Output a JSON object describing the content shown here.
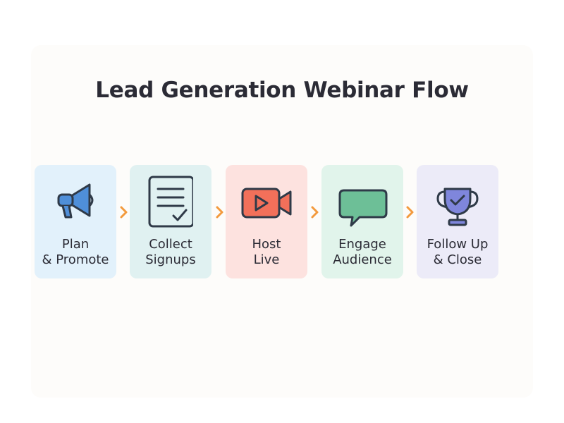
{
  "title": "Lead Generation Webinar Flow",
  "steps": [
    {
      "line1": "Plan",
      "line2": "& Promote",
      "icon": "megaphone-icon",
      "bg": "#e2f1fb"
    },
    {
      "line1": "Collect",
      "line2": "Signups",
      "icon": "signup-form-icon",
      "bg": "#e0f1f1"
    },
    {
      "line1": "Host",
      "line2": "Live",
      "icon": "video-camera-icon",
      "bg": "#fde2df"
    },
    {
      "line1": "Engage",
      "line2": "Audience",
      "icon": "chat-bubble-icon",
      "bg": "#e1f4eb"
    },
    {
      "line1": "Follow Up",
      "line2": "& Close",
      "icon": "trophy-icon",
      "bg": "#ecebf8"
    }
  ],
  "colors": {
    "title": "#2b2b35",
    "arrow": "#f39a3d",
    "outline": "#2f3a48"
  }
}
